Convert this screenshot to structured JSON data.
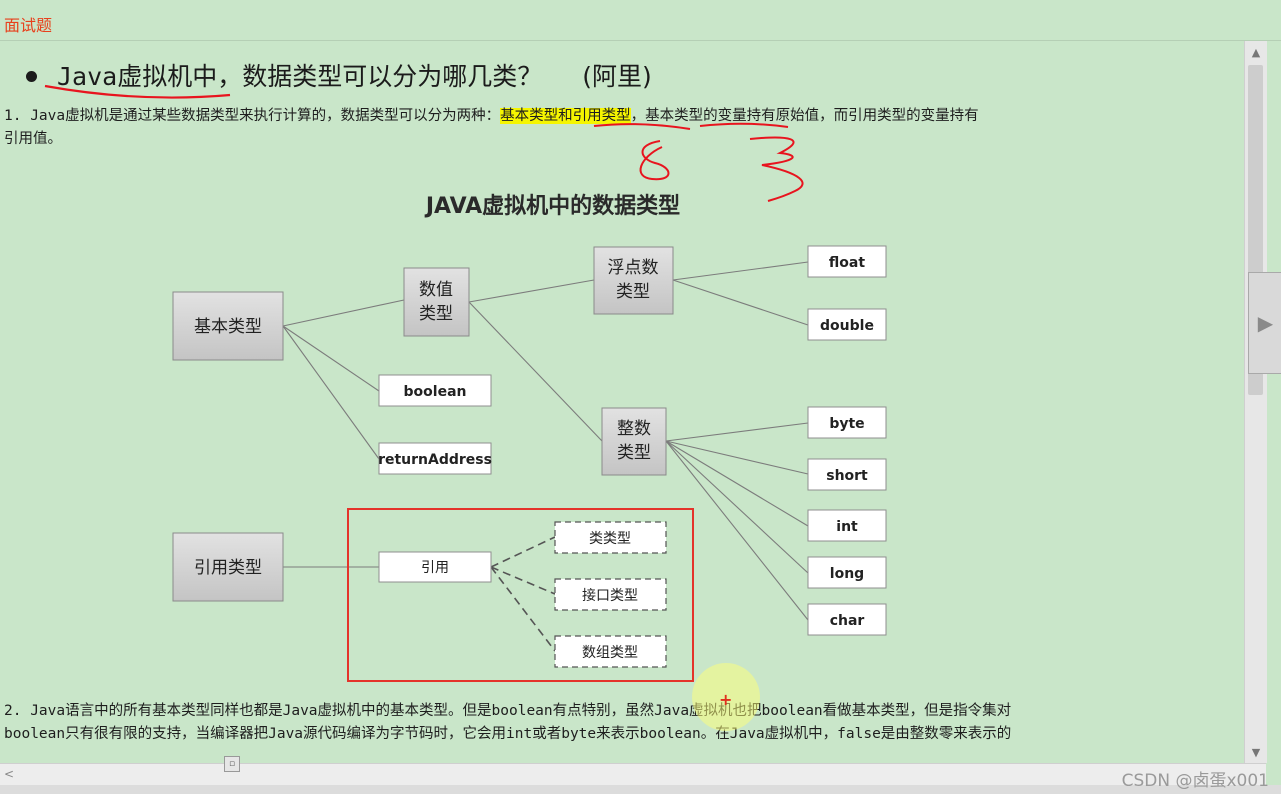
{
  "window": {
    "title": "面试题"
  },
  "question": {
    "heading_prefix": "Java",
    "heading_main": "虚拟机中，数据类型可以分为哪几类？",
    "heading_source": "(阿里)"
  },
  "para1": {
    "line1_a": "1. Java虚拟机是通过某些数据类型来执行计算的，数据类型可以分为两种：",
    "line1_highlight": "基本类型和引用类型",
    "line1_b": "，基本类型的变量持有原始值，而引用类型的变量持有",
    "line2": "引用值。"
  },
  "diagram": {
    "title": "JAVA虚拟机中的数据类型",
    "basic": "基本类型",
    "numeric_1": "数值",
    "numeric_2": "类型",
    "float_type_1": "浮点数",
    "float_type_2": "类型",
    "integer_type_1": "整数",
    "integer_type_2": "类型",
    "float": "float",
    "double": "double",
    "boolean": "boolean",
    "returnAddress": "returnAddress",
    "byte": "byte",
    "short": "short",
    "int": "int",
    "long": "long",
    "char": "char",
    "reference_type": "引用类型",
    "reference": "引用",
    "class_type": "类类型",
    "interface_type": "接口类型",
    "array_type": "数组类型"
  },
  "para2": {
    "line1": "2. Java语言中的所有基本类型同样也都是Java虚拟机中的基本类型。但是boolean有点特别，虽然Java虚拟机也把boolean看做基本类型，但是指令集对",
    "line2": "boolean只有很有限的支持，当编译器把Java源代码编译为字节码时，它会用int或者byte来表示boolean。在Java虚拟机中，false是由整数零来表示的"
  },
  "watermark": "CSDN @卤蛋x001",
  "colors": {
    "title": "#e8401c",
    "highlight": "#f5f500",
    "annotation": "#e8141e",
    "box_border": "#e4332a"
  },
  "icons": {
    "scroll_up": "chevron-up-icon",
    "scroll_down": "chevron-down-icon",
    "scroll_left": "chevron-left-icon",
    "side_toggle": "play-right-icon"
  }
}
